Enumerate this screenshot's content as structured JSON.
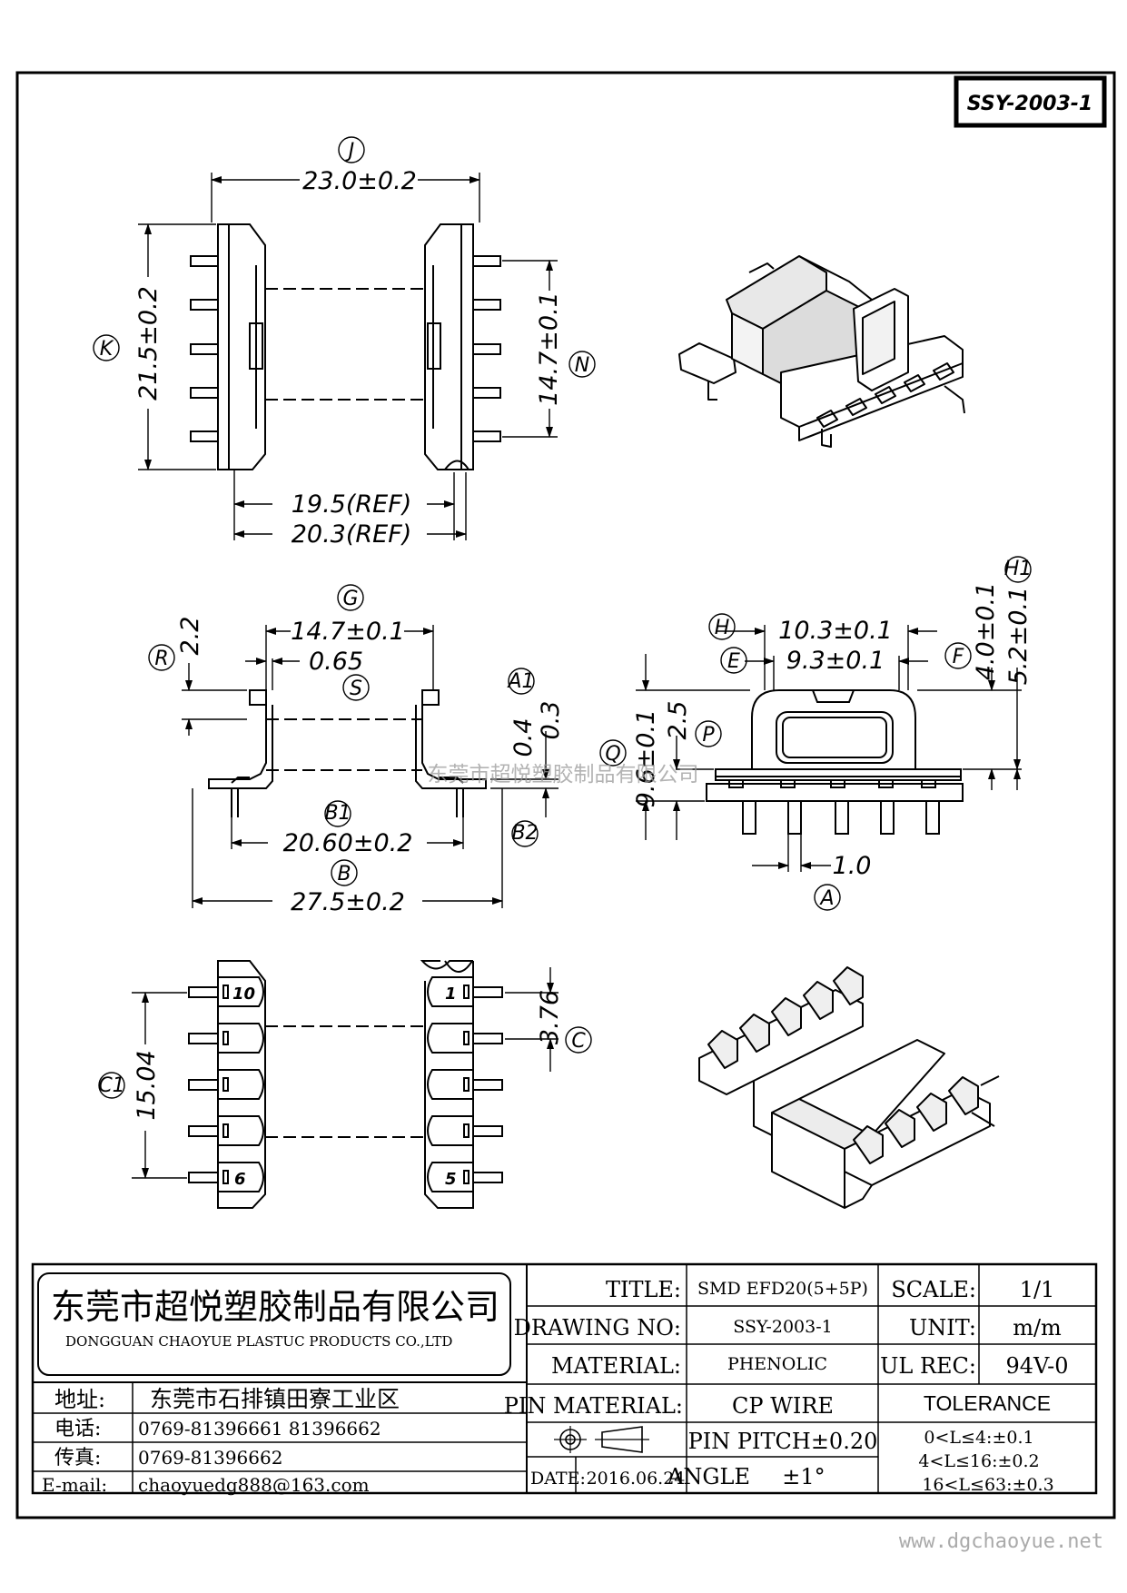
{
  "drawing_id": "SSY-2003-1",
  "dimensions": {
    "j": "23.0±0.2",
    "k": "21.5±0.2",
    "n": "14.7±0.1",
    "ref1": "19.5(REF)",
    "ref2": "20.3(REF)",
    "g": "14.7±0.1",
    "r": "2.2",
    "s": "0.65",
    "a1_a": "0.4",
    "a1_b": "0.3",
    "b1": "20.60±0.2",
    "b": "27.5±0.2",
    "h": "10.3±0.1",
    "e": "9.3±0.1",
    "f": "4.0±0.1",
    "h1": "5.2±0.1",
    "q": "9.6±0.1",
    "p": "2.5",
    "a": "1.0",
    "c": "3.76",
    "c1": "15.04"
  },
  "labels": {
    "j": "J",
    "k": "K",
    "n": "N",
    "g": "G",
    "r": "R",
    "s": "S",
    "a1": "A1",
    "b1": "B1",
    "b2": "B2",
    "b": "B",
    "h": "H",
    "e": "E",
    "f": "F",
    "h1": "H1",
    "q": "Q",
    "p": "P",
    "a": "A",
    "c": "C",
    "c1": "C1"
  },
  "pins": {
    "p10": "10",
    "p1": "1",
    "p6": "6",
    "p5": "5"
  },
  "watermark": "东莞市超悦塑胶制品有限公司",
  "footer_url": "www.dgchaoyue.net",
  "company": {
    "name_cn": "东莞市超悦塑胶制品有限公司",
    "name_en": "DONGGUAN CHAOYUE PLASTUC PRODUCTS CO.,LTD",
    "address_label": "地址:",
    "address": "东莞市石排镇田寮工业区",
    "phone_label": "电话:",
    "phone": "0769-81396661   81396662",
    "fax_label": "传真:",
    "fax": "0769-81396662",
    "email_label": "E-mail:",
    "email": "chaoyuedg888@163.com"
  },
  "title_block": {
    "title_label": "TITLE:",
    "title": "SMD EFD20(5+5P)",
    "drawing_no_label": "DRAWING NO:",
    "drawing_no": "SSY-2003-1",
    "material_label": "MATERIAL:",
    "material": "PHENOLIC",
    "pin_material_label": "PIN MATERIAL:",
    "pin_material": "CP WIRE",
    "pin_pitch": "PIN PITCH±0.20",
    "angle_label": "ANGLE",
    "angle": "±1°",
    "date_label": "DATE:",
    "date": "2016.06.24",
    "scale_label": "SCALE:",
    "scale": "1/1",
    "unit_label": "UNIT:",
    "unit": "m/m",
    "ul_label": "UL REC:",
    "ul": "94V-0",
    "tolerance_label": "TOLERANCE",
    "tol1": "0<L≤4:±0.1",
    "tol2": "4<L≤16:±0.2",
    "tol3": "16<L≤63:±0.3"
  }
}
